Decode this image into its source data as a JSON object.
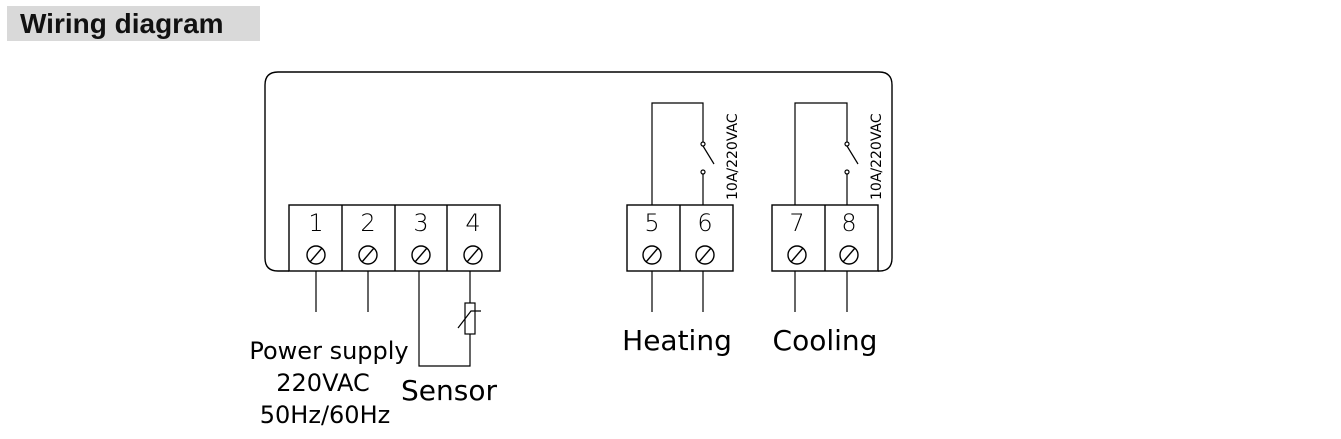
{
  "header": {
    "title": "Wiring diagram"
  },
  "terminals": [
    "1",
    "2",
    "3",
    "4",
    "5",
    "6",
    "7",
    "8"
  ],
  "relays": {
    "heating_rating": "10A/220VAC",
    "cooling_rating": "10A/220VAC"
  },
  "labels": {
    "power_line1": "Power supply",
    "power_line2": "220VAC",
    "power_line3": "50Hz/60Hz",
    "sensor": "Sensor",
    "heating": "Heating",
    "cooling": "Cooling"
  },
  "colors": {
    "header_bg": "#d9d9d9",
    "line": "#000000"
  }
}
